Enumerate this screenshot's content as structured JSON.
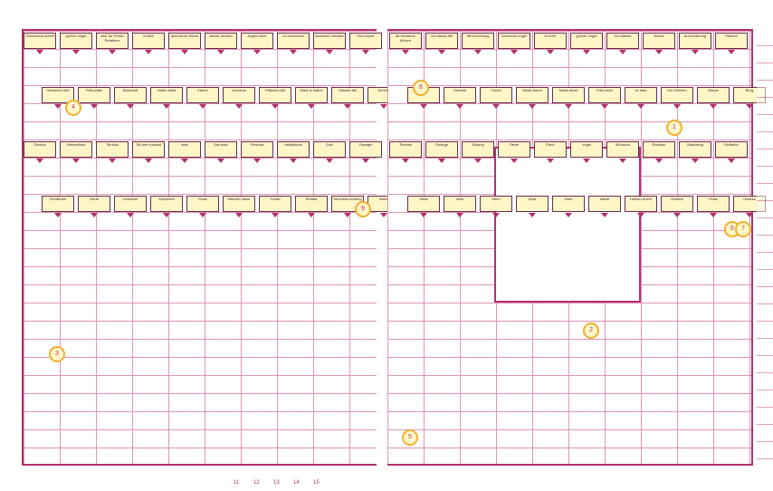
{
  "left_panel": {
    "clues": [
      "Gebrauchs-schrift",
      "großer Vogel",
      "abk. für Public Relations",
      "Erdteil",
      "länd-licher Raum",
      "steuer-ähnlich",
      "Augen-blick",
      "Ur-einwohner",
      "deutsche Vorsilbe",
      "Fern-kopie",
      "Herrscher-titel",
      "Reit-sattel",
      "Abschnitt",
      "Hafen-stadt",
      "Kamm",
      "Vorname",
      "Pflanzen-teil",
      "Stadt in Italien",
      "Wasser-fall",
      "Anrede",
      "Gewürz",
      "Nebenfluss",
      "Tierkind",
      "Teil des Hauses",
      "Insel",
      "Zeit-maß",
      "Gemüse",
      "Heilpflanze",
      "Zahl",
      "Papagei",
      "Schiffs-teil",
      "Gerät",
      "Vorname",
      "Körperteil",
      "Fluss",
      "Männer-name",
      "Tonart",
      "Stoffart",
      "Himmels-richtung",
      "Insekt"
    ],
    "number_row": [
      "11",
      "12",
      "13",
      "14",
      "15"
    ]
  },
  "right_panel": {
    "clues": [
      "alt-römische Münze",
      "Ge-bäude-teil",
      "Wind-richtung",
      "Schwimm-vogel",
      "Erd-teil",
      "großer Vogel",
      "Ge-wässer",
      "Wüste",
      "Auf-forderung",
      "Pflanze",
      "Baum",
      "Getränk",
      "Frucht",
      "Nadel-baum",
      "Musik-stück",
      "Edel-stein",
      "Ur-laub",
      "Kfz-Zeichen",
      "Monat",
      "Berg",
      "Tierwelt",
      "Gebirge",
      "Zeitung",
      "Farbe",
      "Fisch",
      "Vogel",
      "Schmuck",
      "Raubtier",
      "Werkzeug",
      "Erdfarbe",
      "Staat",
      "Insel",
      "Stern",
      "Spiel",
      "Käse",
      "Metall",
      "Hülsen-frucht",
      "Gestein",
      "Fluss",
      "Gewürz"
    ]
  },
  "solution_markers": [
    "1",
    "2",
    "3",
    "4",
    "5",
    "6",
    "7",
    "8",
    "9"
  ]
}
